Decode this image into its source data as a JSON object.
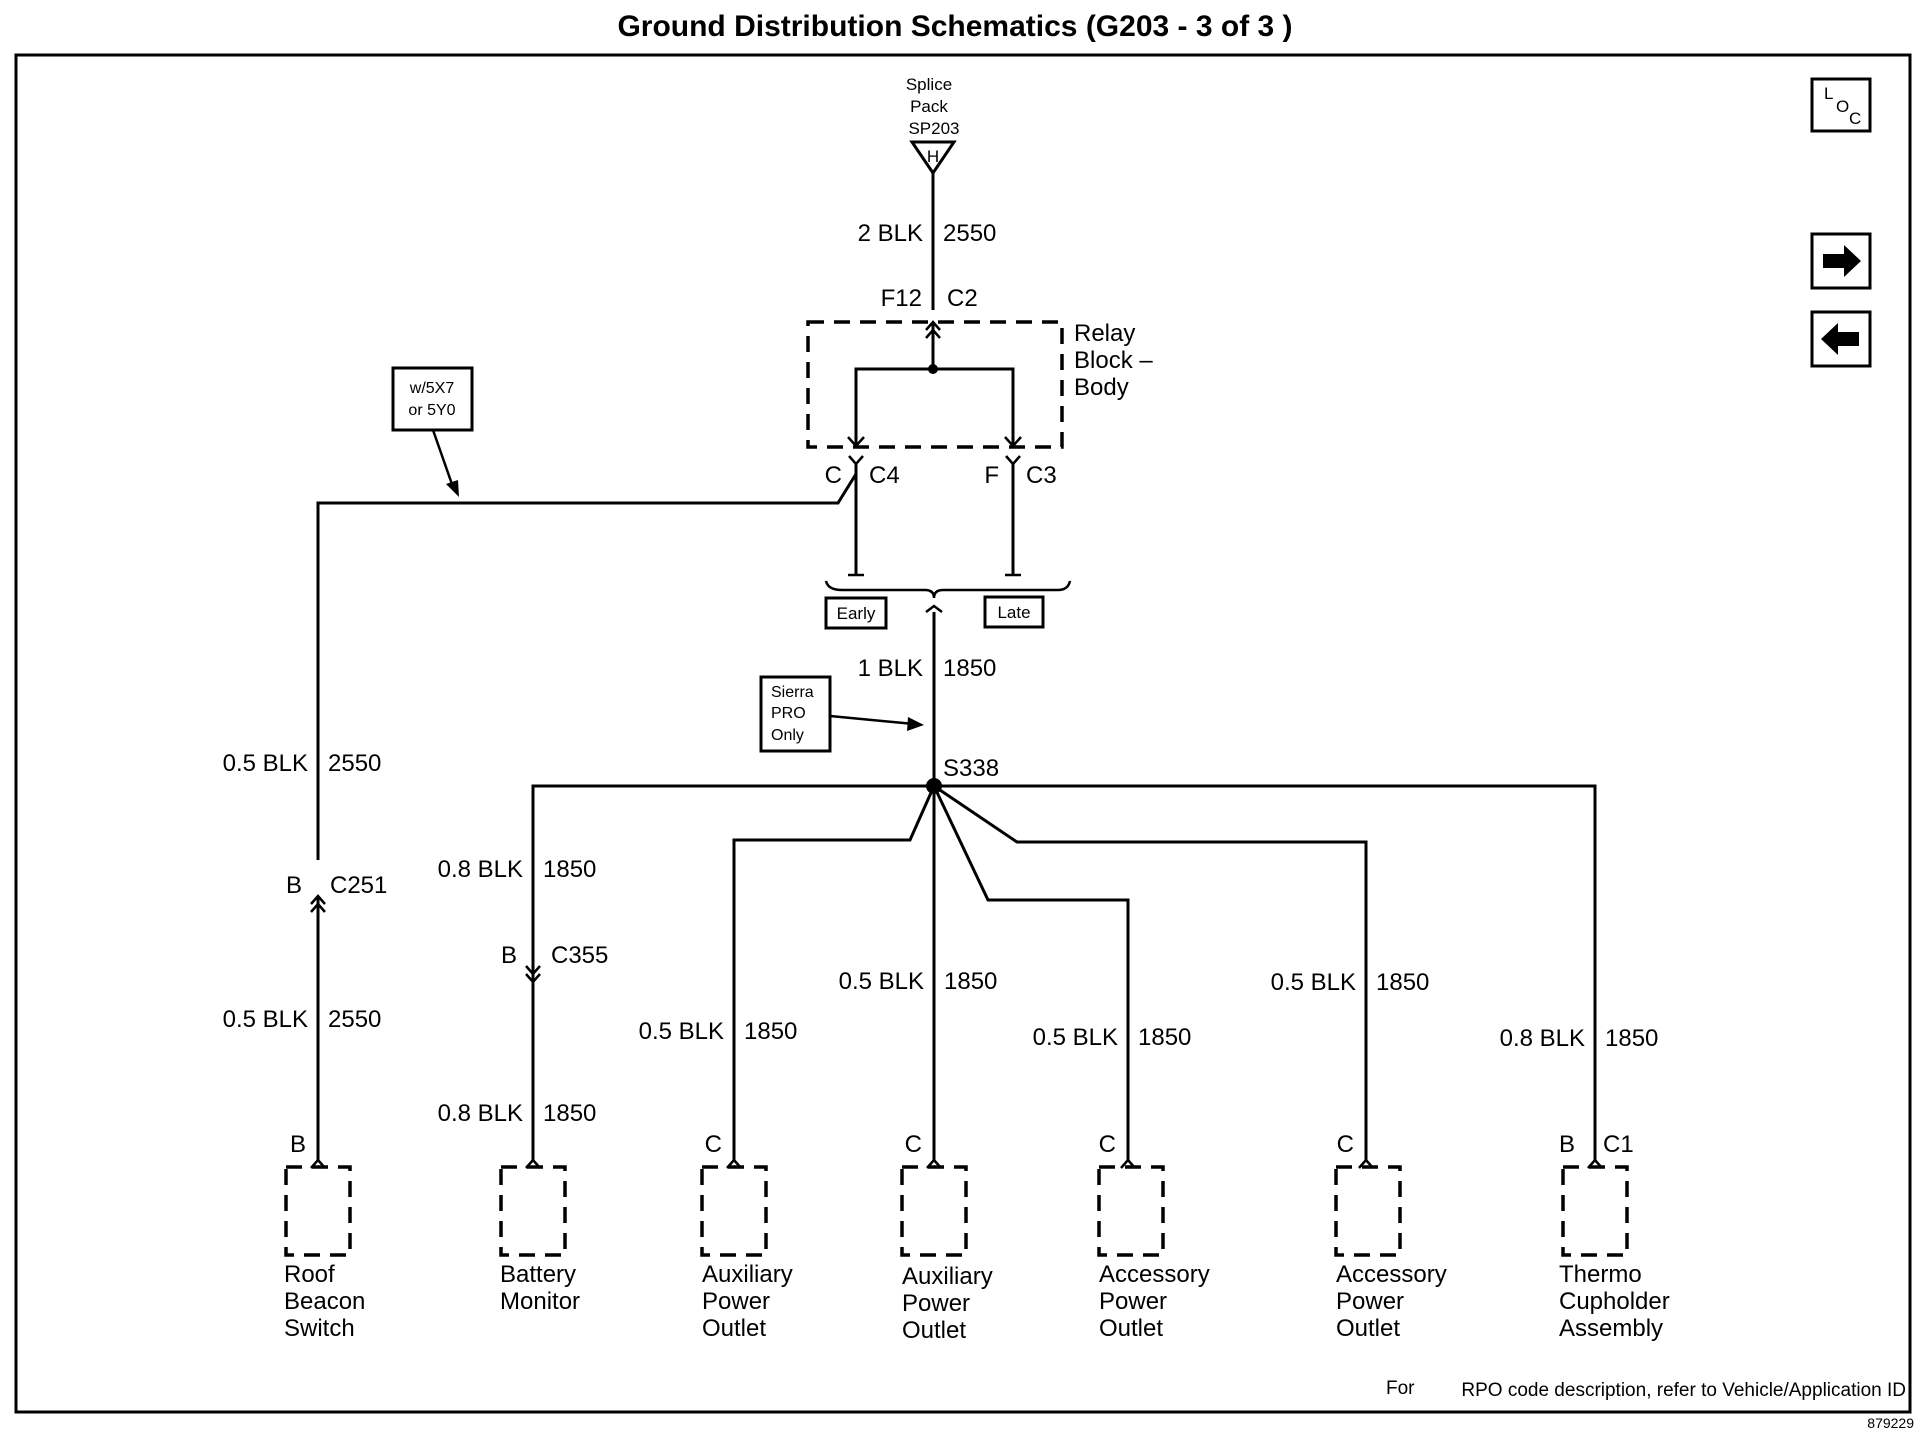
{
  "title": "Ground Distribution Schematics (G203 - 3 of 3 )",
  "nav": {
    "loc_l": "L",
    "loc_o": "O",
    "loc_c": "C",
    "next_icon": "arrow-right-icon",
    "prev_icon": "arrow-left-icon"
  },
  "splice_pack": {
    "line1": "Splice",
    "line2": "Pack",
    "line3": "SP203",
    "pin": "H"
  },
  "relay_block": {
    "line1": "Relay",
    "line2": "Block –",
    "line3": "Body"
  },
  "wires": {
    "top_gauge": "2 BLK",
    "top_circuit": "2550",
    "main_gauge": "1 BLK",
    "main_circuit": "1850",
    "roof_upper_gauge": "0.5 BLK",
    "roof_upper_circuit": "2550",
    "roof_lower_gauge": "0.5 BLK",
    "roof_lower_circuit": "2550",
    "batt_upper_gauge": "0.8 BLK",
    "batt_upper_circuit": "1850",
    "batt_lower_gauge": "0.8 BLK",
    "batt_lower_circuit": "1850",
    "aux1_gauge": "0.5 BLK",
    "aux1_circuit": "1850",
    "aux2_gauge": "0.5 BLK",
    "aux2_circuit": "1850",
    "acc1_gauge": "0.5 BLK",
    "acc1_circuit": "1850",
    "acc2_gauge": "0.5 BLK",
    "acc2_circuit": "1850",
    "thermo_gauge": "0.8 BLK",
    "thermo_circuit": "1850"
  },
  "connectors": {
    "f12": "F12",
    "c2": "C2",
    "c_pin": "C",
    "c4": "C4",
    "f_pin": "F",
    "c3": "C3",
    "b_c251": "B",
    "c251": "C251",
    "b_c355": "B",
    "c355": "C355",
    "splice": "S338",
    "roof_pin": "B",
    "aux1_pin": "C",
    "aux2_pin": "C",
    "acc1_pin": "C",
    "acc2_pin": "C",
    "thermo_pin": "B",
    "thermo_conn": "C1"
  },
  "options": {
    "rpo_line1": "w/5X7",
    "rpo_line2": "or 5Y0",
    "early": "Early",
    "late": "Late",
    "sierra1": "Sierra",
    "sierra2": "PRO",
    "sierra3": "Only"
  },
  "components": {
    "roof": [
      "Roof",
      "Beacon",
      "Switch"
    ],
    "battery": [
      "Battery",
      "Monitor"
    ],
    "aux1": [
      "Auxiliary",
      "Power",
      "Outlet"
    ],
    "aux2": [
      "Auxiliary",
      "Power",
      "Outlet"
    ],
    "acc1": [
      "Accessory",
      "Power",
      "Outlet"
    ],
    "acc2": [
      "Accessory",
      "Power",
      "Outlet"
    ],
    "thermo": [
      "Thermo",
      "Cupholder",
      "Assembly"
    ]
  },
  "footer": {
    "rpo_note_prefix": "For",
    "rpo_note": "RPO code description, refer to Vehicle/Application ID",
    "figure_number": "879229"
  }
}
